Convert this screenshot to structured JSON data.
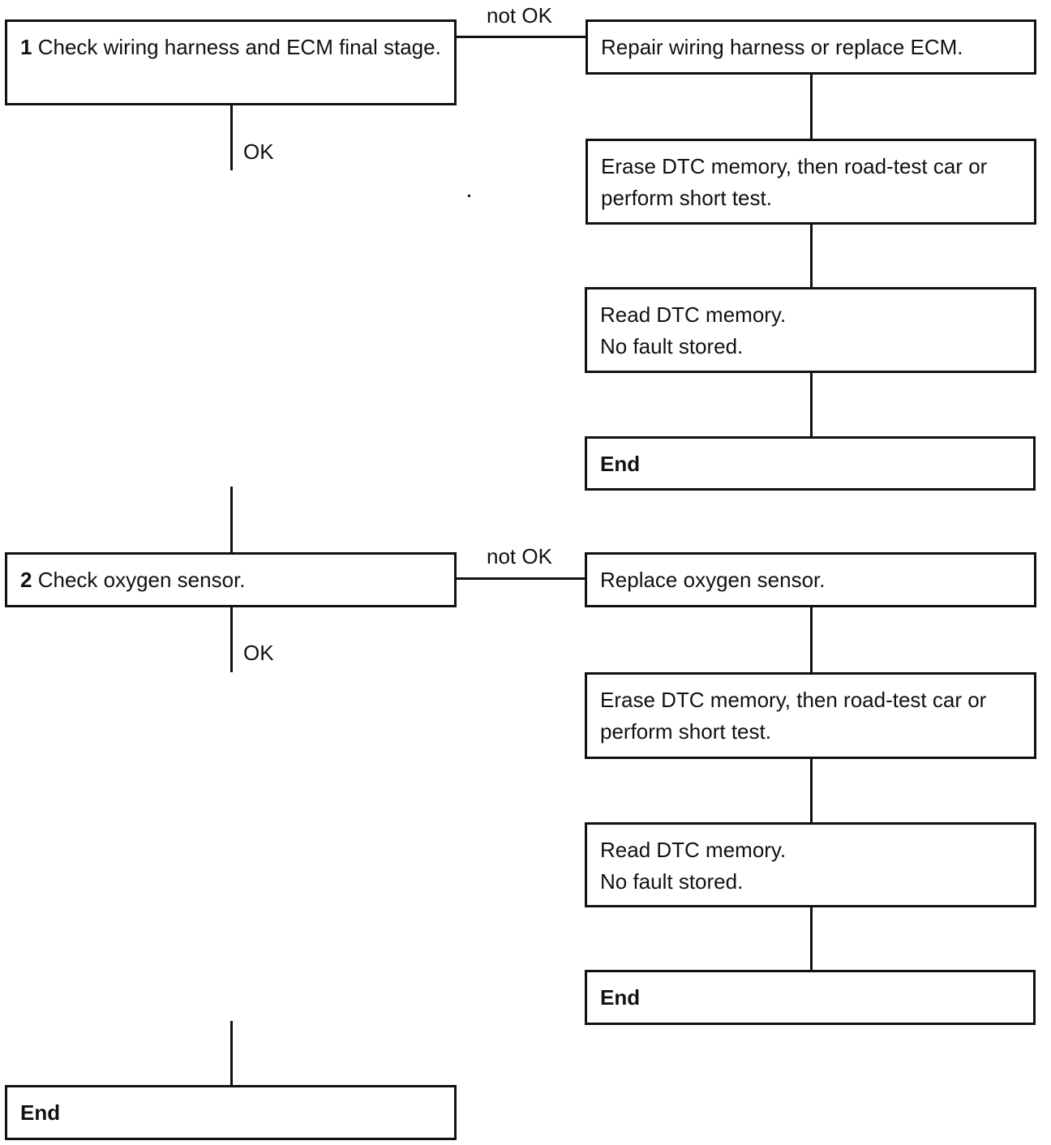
{
  "step1": {
    "number": "1",
    "text": "Check wiring harness and ECM final stage.",
    "not_ok_label": "not OK",
    "ok_label": "OK",
    "branch": [
      "Repair wiring harness or replace ECM.",
      "Erase DTC memory, then road-test car or perform short test."
    ],
    "read_dtc": {
      "line1": "Read DTC memory.",
      "line2": "No fault stored."
    },
    "end": "End"
  },
  "step2": {
    "number": "2",
    "text": "Check oxygen sensor.",
    "not_ok_label": "not OK",
    "ok_label": "OK",
    "branch": [
      "Replace oxygen sensor.",
      "Erase DTC memory, then road-test car or perform short test."
    ],
    "read_dtc": {
      "line1": "Read DTC memory.",
      "line2": "No fault stored."
    },
    "end": "End"
  },
  "final": {
    "end": "End"
  }
}
